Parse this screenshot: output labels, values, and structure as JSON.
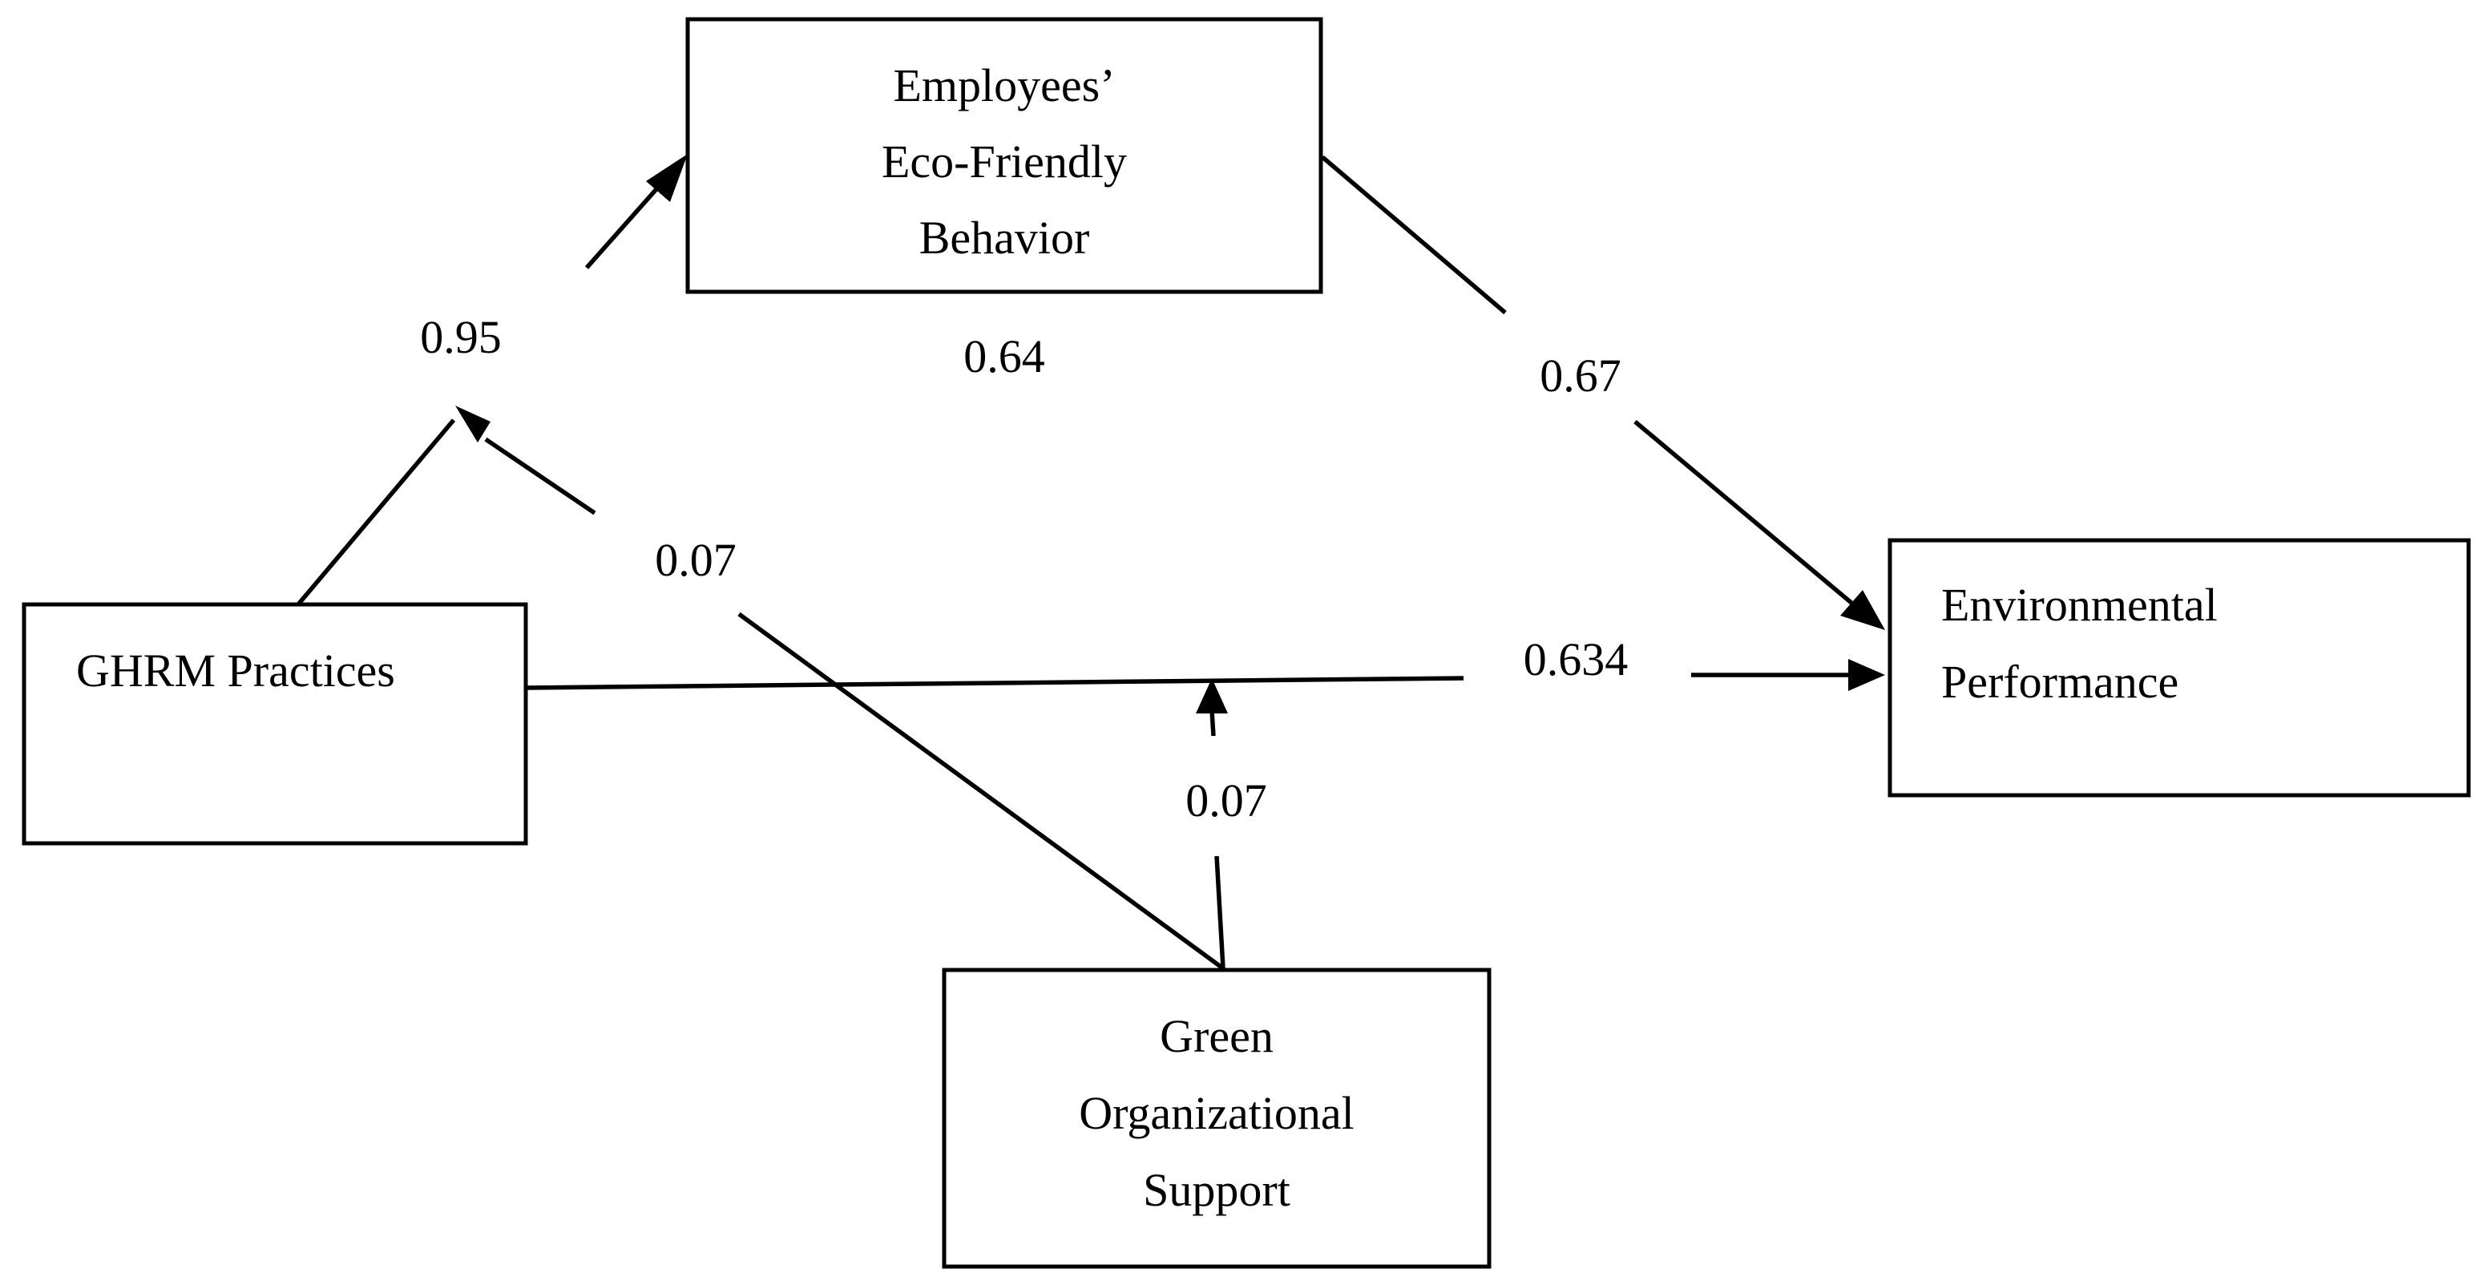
{
  "diagram": {
    "nodes": {
      "ghrm": {
        "lines": [
          "GHRM Practices"
        ]
      },
      "eco": {
        "lines": [
          "Employees’",
          "Eco-Friendly",
          "Behavior"
        ]
      },
      "env": {
        "lines": [
          "Environmental",
          "Performance"
        ]
      },
      "gos": {
        "lines": [
          "Green",
          "Organizational",
          "Support"
        ]
      }
    },
    "coefficients": {
      "ghrm_to_eco": "0.95",
      "eco_label": "0.64",
      "eco_to_env": "0.67",
      "gos_to_ghrm_eco": "0.07",
      "ghrm_to_env": "0.634",
      "gos_to_ghrm_env": "0.07"
    },
    "colors": {
      "stroke": "#000000",
      "background": "#ffffff"
    }
  }
}
